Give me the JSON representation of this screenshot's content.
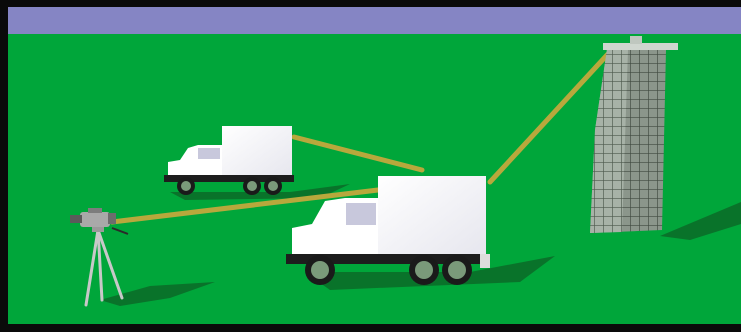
{
  "scene": {
    "kind": "3d-illustration",
    "objects": [
      "camcorder-on-tripod",
      "truck-far",
      "truck-near",
      "gridded-tower"
    ],
    "links": [
      {
        "from": "camcorder-on-tripod",
        "to": "truck-near"
      },
      {
        "from": "truck-far",
        "to": "truck-near"
      },
      {
        "from": "truck-near",
        "to": "gridded-tower"
      }
    ]
  },
  "colors": {
    "sky": "#8585c4",
    "ground": "#00a63a",
    "frame": "#0a0a0a",
    "beam": "#b5a43a",
    "truck_body": "#ffffff",
    "truck_shade": "#d9d9e6",
    "tire": "#1a1a1a",
    "hub": "#7a9a7a",
    "tower": "#7f8a7f",
    "shadow": "#0b5f24"
  }
}
